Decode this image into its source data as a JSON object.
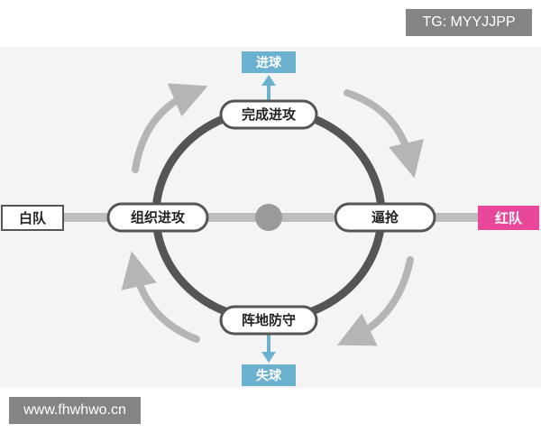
{
  "watermarks": {
    "top": "TG: MYYJJPP",
    "bottom": "www.fhwhwo.cn"
  },
  "sides": {
    "left": "白队",
    "right": "红队"
  },
  "nodes": {
    "top": "完成进攻",
    "left": "组织进攻",
    "right": "逼抢",
    "bottom": "阵地防守"
  },
  "outcomes": {
    "top": "进球",
    "bottom": "失球"
  },
  "colors": {
    "ring": "#555555",
    "axis": "#bdbdbd",
    "arrow": "#b5b5b5",
    "outcome": "#6ab0cf",
    "red_team": "#e8479a",
    "background_band": "#f4f4f4"
  }
}
